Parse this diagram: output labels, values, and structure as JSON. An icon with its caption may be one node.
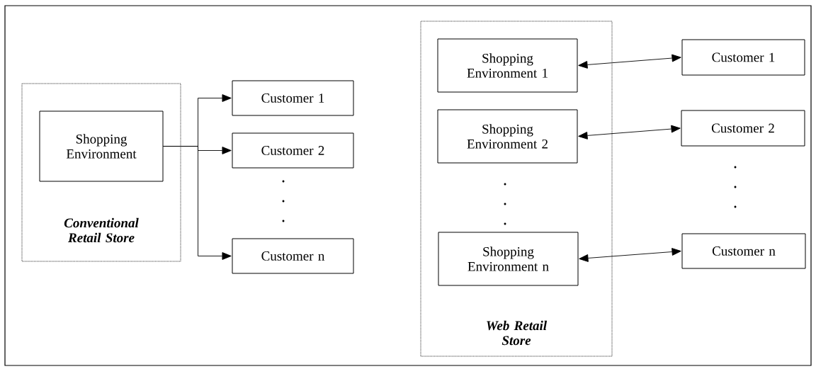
{
  "diagram": {
    "nodes": [
      {
        "text": [
          "Conventional Retail Store"
        ]
      },
      {
        "text": [
          "Shopping Environment"
        ],
        "in": 0
      },
      {
        "text": [
          "Customer 1"
        ]
      },
      {
        "text": [
          "Customer 2"
        ]
      },
      {
        "text": [
          "Customer n"
        ]
      },
      {
        "text": [
          "Web Retail Store"
        ]
      },
      {
        "text": [
          "Shopping Environment 1"
        ],
        "in": 5
      },
      {
        "text": [
          "Shopping Environment 2"
        ],
        "in": 5
      },
      {
        "text": [
          "Shopping Environment n"
        ],
        "in": 5
      },
      {
        "text": [
          "Customer 1"
        ]
      },
      {
        "text": [
          "Customer 2"
        ]
      },
      {
        "text": [
          "Customer n"
        ]
      }
    ],
    "edges": [
      {
        "from": 1,
        "to": 2,
        "arrow": "to"
      },
      {
        "from": 1,
        "to": 3,
        "arrow": "to"
      },
      {
        "from": 1,
        "to": 4,
        "arrow": "to"
      },
      {
        "from": 6,
        "to": 9,
        "arrow": "both"
      },
      {
        "from": 7,
        "to": 10,
        "arrow": "both"
      },
      {
        "from": 8,
        "to": 11,
        "arrow": "both"
      }
    ]
  }
}
